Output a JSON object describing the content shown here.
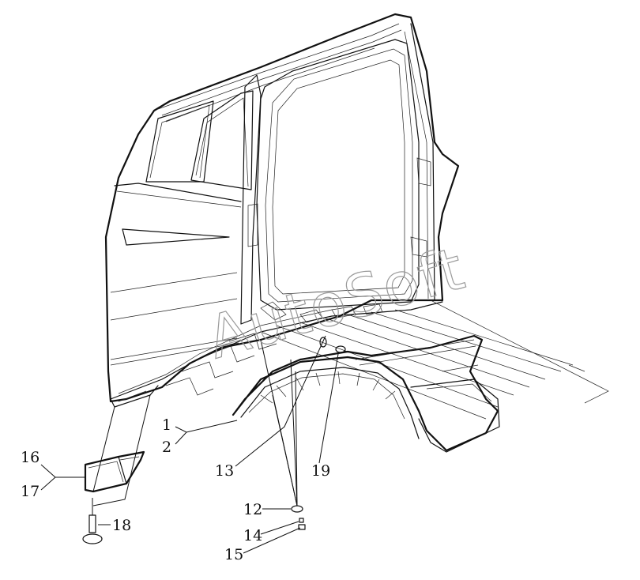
{
  "diagram": {
    "watermark": "AutoSoft",
    "callouts": [
      {
        "id": "c1",
        "label": "1"
      },
      {
        "id": "c2",
        "label": "2"
      },
      {
        "id": "c12",
        "label": "12"
      },
      {
        "id": "c13",
        "label": "13"
      },
      {
        "id": "c14",
        "label": "14"
      },
      {
        "id": "c15",
        "label": "15"
      },
      {
        "id": "c16",
        "label": "16"
      },
      {
        "id": "c17",
        "label": "17"
      },
      {
        "id": "c18",
        "label": "18"
      },
      {
        "id": "c19",
        "label": "19"
      }
    ],
    "colors": {
      "line": "#111111",
      "watermark": "#9a9a9a",
      "background": "#ffffff"
    }
  }
}
